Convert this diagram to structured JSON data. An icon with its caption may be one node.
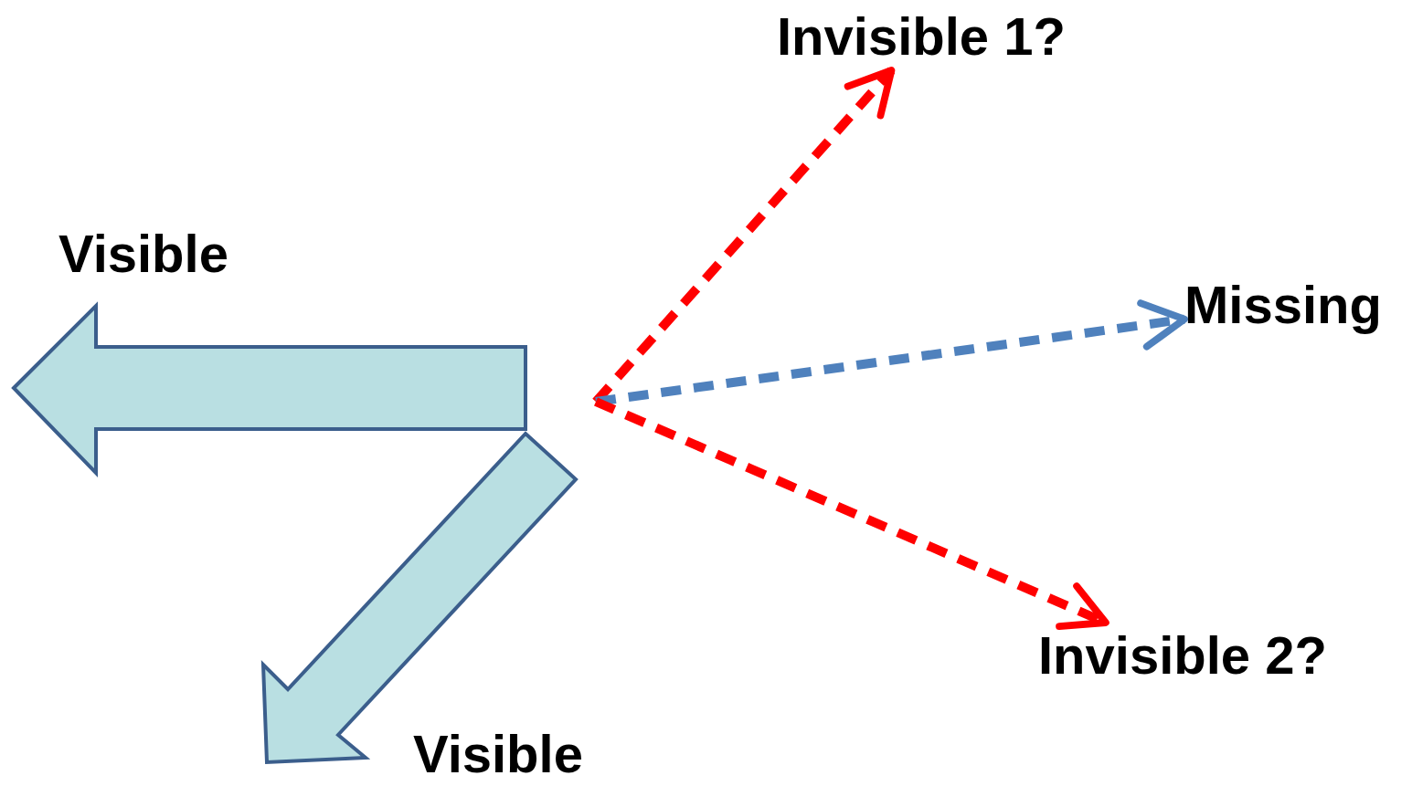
{
  "diagram": {
    "nodes": [
      {
        "text": [
          "Invisible 1?"
        ]
      },
      {
        "text": [
          "Missing"
        ]
      },
      {
        "text": [
          "Invisible 2?"
        ]
      }
    ],
    "edges": [
      {
        "from": null,
        "to": 0,
        "arrow": "to",
        "style": "dashed",
        "color": "#ff0000"
      },
      {
        "from": null,
        "to": 1,
        "arrow": "to",
        "style": "dashed",
        "color": "#4f81bd"
      },
      {
        "from": null,
        "to": 2,
        "arrow": "to",
        "style": "dashed",
        "color": "#ff0000"
      }
    ],
    "labels": [
      "Visible",
      "Visible"
    ]
  }
}
